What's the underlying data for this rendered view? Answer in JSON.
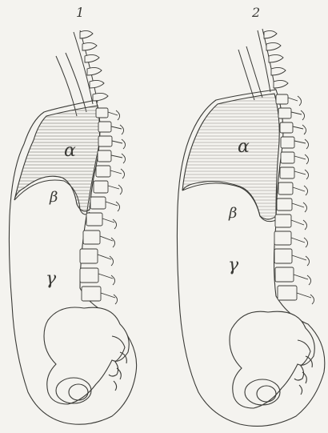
{
  "figures": [
    {
      "number": "1",
      "labels": [
        "α",
        "β",
        "γ"
      ]
    },
    {
      "number": "2",
      "labels": [
        "α",
        "β",
        "γ"
      ]
    }
  ],
  "colors": {
    "paper": "#f4f3ef",
    "ink": "#3a3a36",
    "hatch": "#8d8c86"
  }
}
